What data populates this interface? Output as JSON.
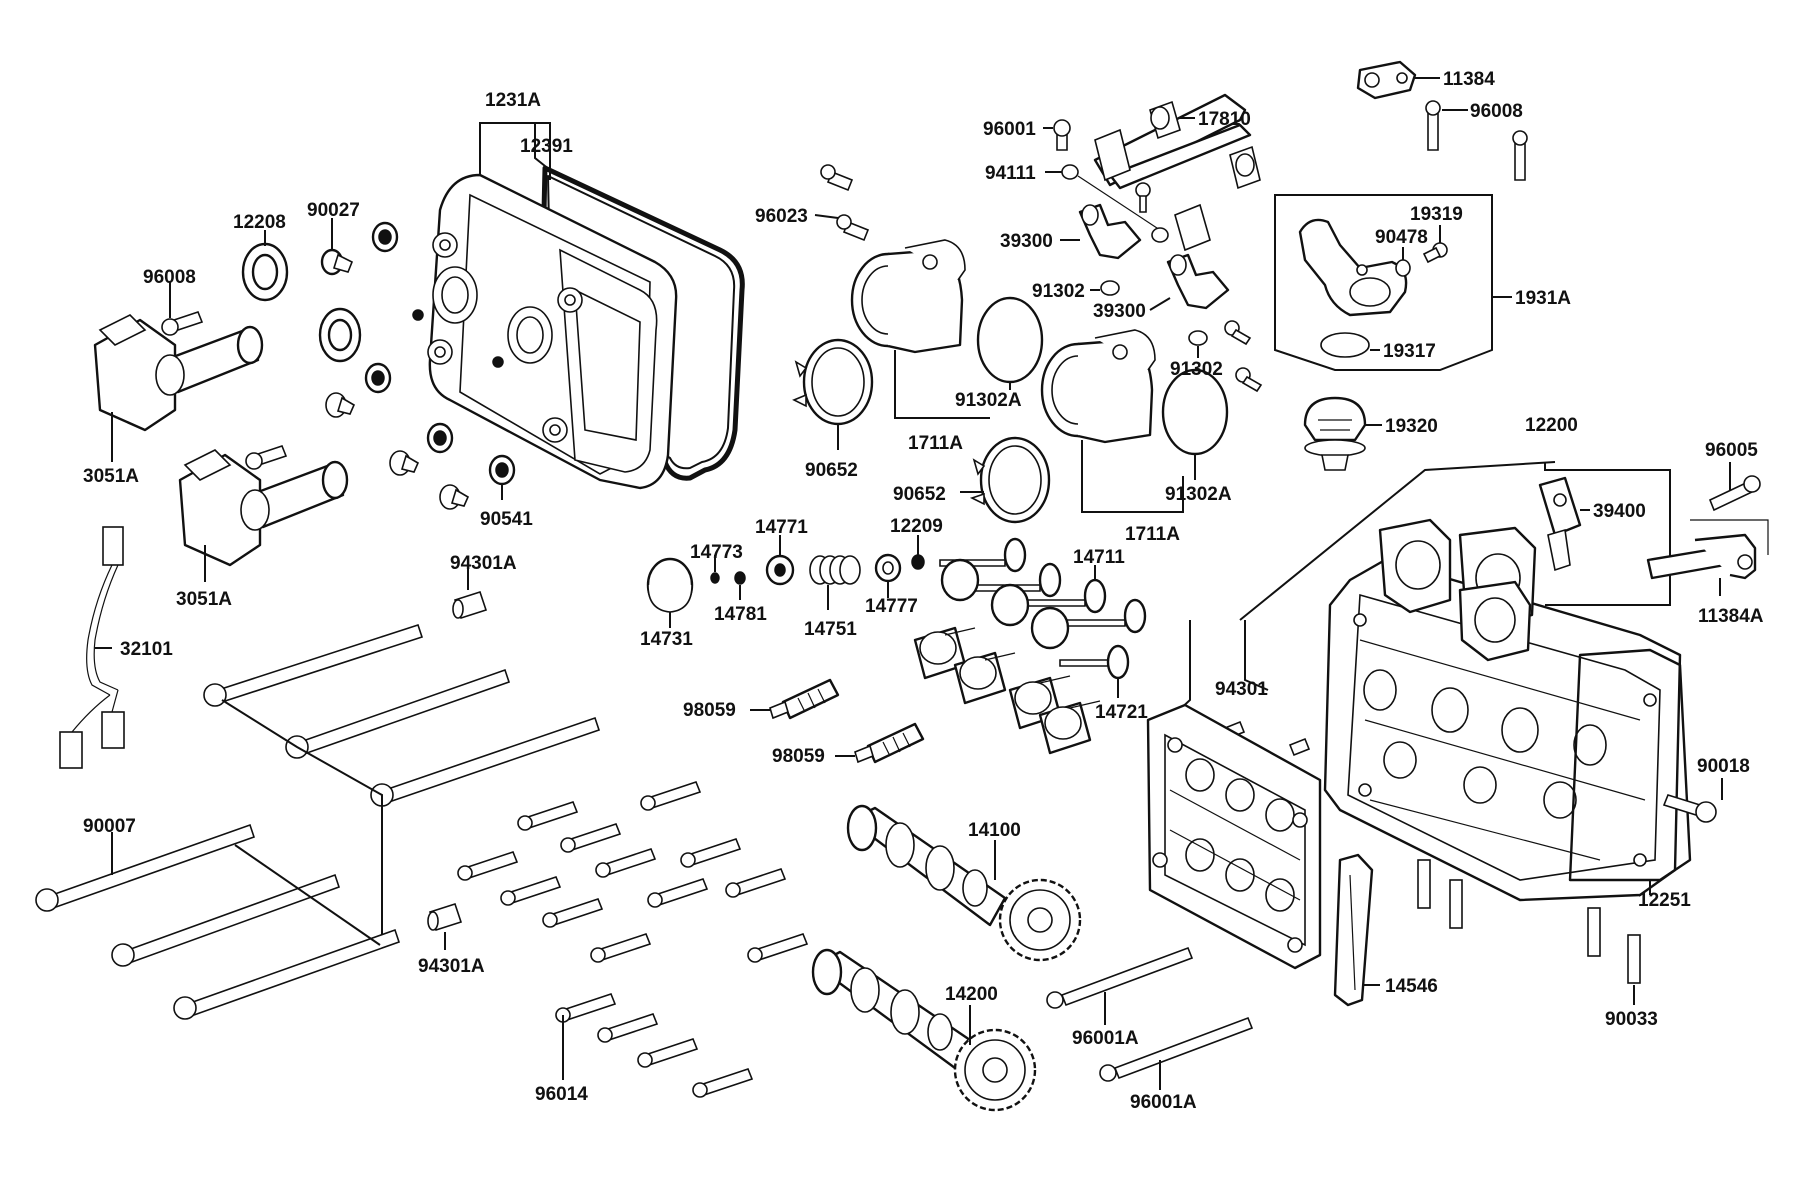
{
  "labels": {
    "p1231A": "1231A",
    "p12391": "12391",
    "p12208": "12208",
    "p90027": "90027",
    "p96008_l": "96008",
    "p3051A_1": "3051A",
    "p3051A_2": "3051A",
    "p90541": "90541",
    "p32101": "32101",
    "p94301A_1": "94301A",
    "p94301A_2": "94301A",
    "p90007": "90007",
    "p96014": "96014",
    "p96023": "96023",
    "p90652_1": "90652",
    "p90652_2": "90652",
    "p91302A_1": "91302A",
    "p91302A_2": "91302A",
    "p1711A_1": "1711A",
    "p1711A_2": "1711A",
    "p96001": "96001",
    "p17810": "17810",
    "p94111": "94111",
    "p39300_1": "39300",
    "p39300_2": "39300",
    "p91302_1": "91302",
    "p91302_2": "91302",
    "p11384": "11384",
    "p96008_r": "96008",
    "p19319": "19319",
    "p90478": "90478",
    "p1931A": "1931A",
    "p19317": "19317",
    "p19320": "19320",
    "p12200": "12200",
    "p39400": "39400",
    "p96005": "96005",
    "p11384A": "11384A",
    "p14773": "14773",
    "p14771": "14771",
    "p12209": "12209",
    "p14711": "14711",
    "p14731": "14731",
    "p14781": "14781",
    "p14751": "14751",
    "p14777": "14777",
    "p14721": "14721",
    "p98059_1": "98059",
    "p98059_2": "98059",
    "p94301": "94301",
    "p90018": "90018",
    "p12251": "12251",
    "p14100": "14100",
    "p14200": "14200",
    "p14546": "14546",
    "p96001A_1": "96001A",
    "p96001A_2": "96001A",
    "p90033": "90033"
  }
}
